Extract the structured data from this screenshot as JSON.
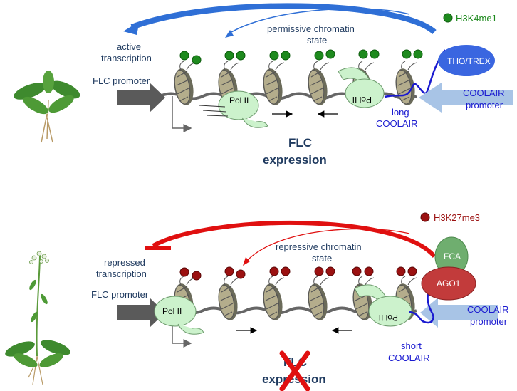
{
  "top_panel": {
    "legend_label": "H3K4me1",
    "active_transcription_line1": "active",
    "active_transcription_line2": "transcription",
    "chromatin_state_line1": "permissive chromatin",
    "chromatin_state_line2": "state",
    "flc_promoter": "FLC promoter",
    "pol2_forward": "Pol II",
    "pol2_reverse": "Pol II",
    "tho_trex": "THO/TREX",
    "coolair_promoter_line1": "COOLAIR",
    "coolair_promoter_line2": "promoter",
    "coolair_line1": "long",
    "coolair_line2": "COOLAIR",
    "expression_line1": "FLC",
    "expression_line2": "expression"
  },
  "bottom_panel": {
    "legend_label": "H3K27me3",
    "repressed_transcription_line1": "repressed",
    "repressed_transcription_line2": "transcription",
    "chromatin_state_line1": "repressive chromatin",
    "chromatin_state_line2": "state",
    "flc_promoter": "FLC promoter",
    "pol2_forward": "Pol II",
    "pol2_reverse": "Pol II",
    "fca": "FCA",
    "ago1": "AGO1",
    "coolair_promoter_line1": "COOLAIR",
    "coolair_promoter_line2": "promoter",
    "coolair_line1": "short",
    "coolair_line2": "COOLAIR",
    "expression_line1": "FLC",
    "expression_line2": "expression"
  },
  "colors": {
    "h3k4me1": "#1e8a1e",
    "h3k27me3": "#9b1111",
    "active_arrow": "#2f6fd6",
    "repressive_arrow": "#e01010",
    "pol2": "#ccf2cc",
    "coolair_text": "#1a1ad0",
    "tho_trex": "#3a66e0",
    "fca": "#6fae6f",
    "ago1": "#c23b3b",
    "coolair_promoter_arrow": "#a8c4e6",
    "flc_promoter_arrow": "#5a5a5a",
    "dark_text": "#1f3a5f",
    "red_x": "#e01010"
  }
}
